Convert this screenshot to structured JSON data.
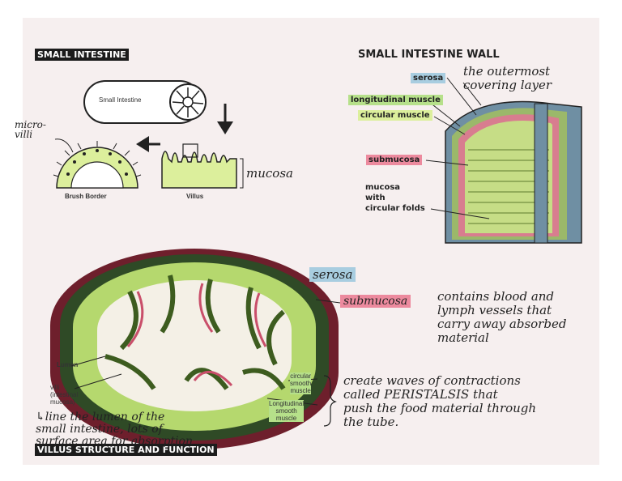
{
  "headings": {
    "small_intestine": "SMALL INTESTINE",
    "wall": "SMALL INTESTINE WALL",
    "villus": "VILLUS STRUCTURE AND FUNCTION"
  },
  "top_left": {
    "tube_label": "Small Intestine",
    "microvilli": "micro-\nvilli",
    "brush_border": "Brush Border",
    "villus": "Villus",
    "mucosa": "mucosa"
  },
  "wall_labels": {
    "serosa": "serosa",
    "serosa_note": "the outermost\ncovering layer",
    "longitudinal": "longitudinal muscle",
    "circular": "circular muscle",
    "submucosa": "submucosa",
    "mucosa": "mucosa\nwith\ncircular folds"
  },
  "section_labels": {
    "serosa": "serosa",
    "submucosa": "submucosa",
    "submucosa_note": "contains blood and\nlymph vessels that\ncarry away absorbed\nmaterial",
    "lumen": "Lumen",
    "villi": "villi\n(intestinal\nmucosa)",
    "villi_note": "↳line the lumen of the\nsmall intestine, lots of\nsurface area for absorption",
    "circular_smooth": "circular\nsmooth\nmuscle",
    "longitudinal_smooth": "Longitudinal\nsmooth\nmuscle",
    "muscle_note": "create waves of contractions\ncalled PERISTALSIS that\npush the food material through\nthe tube."
  },
  "colors": {
    "green": "#b6e08a",
    "pink": "#ec8a9e",
    "blue": "#a8cde0",
    "yellow": "#dcef9c"
  }
}
